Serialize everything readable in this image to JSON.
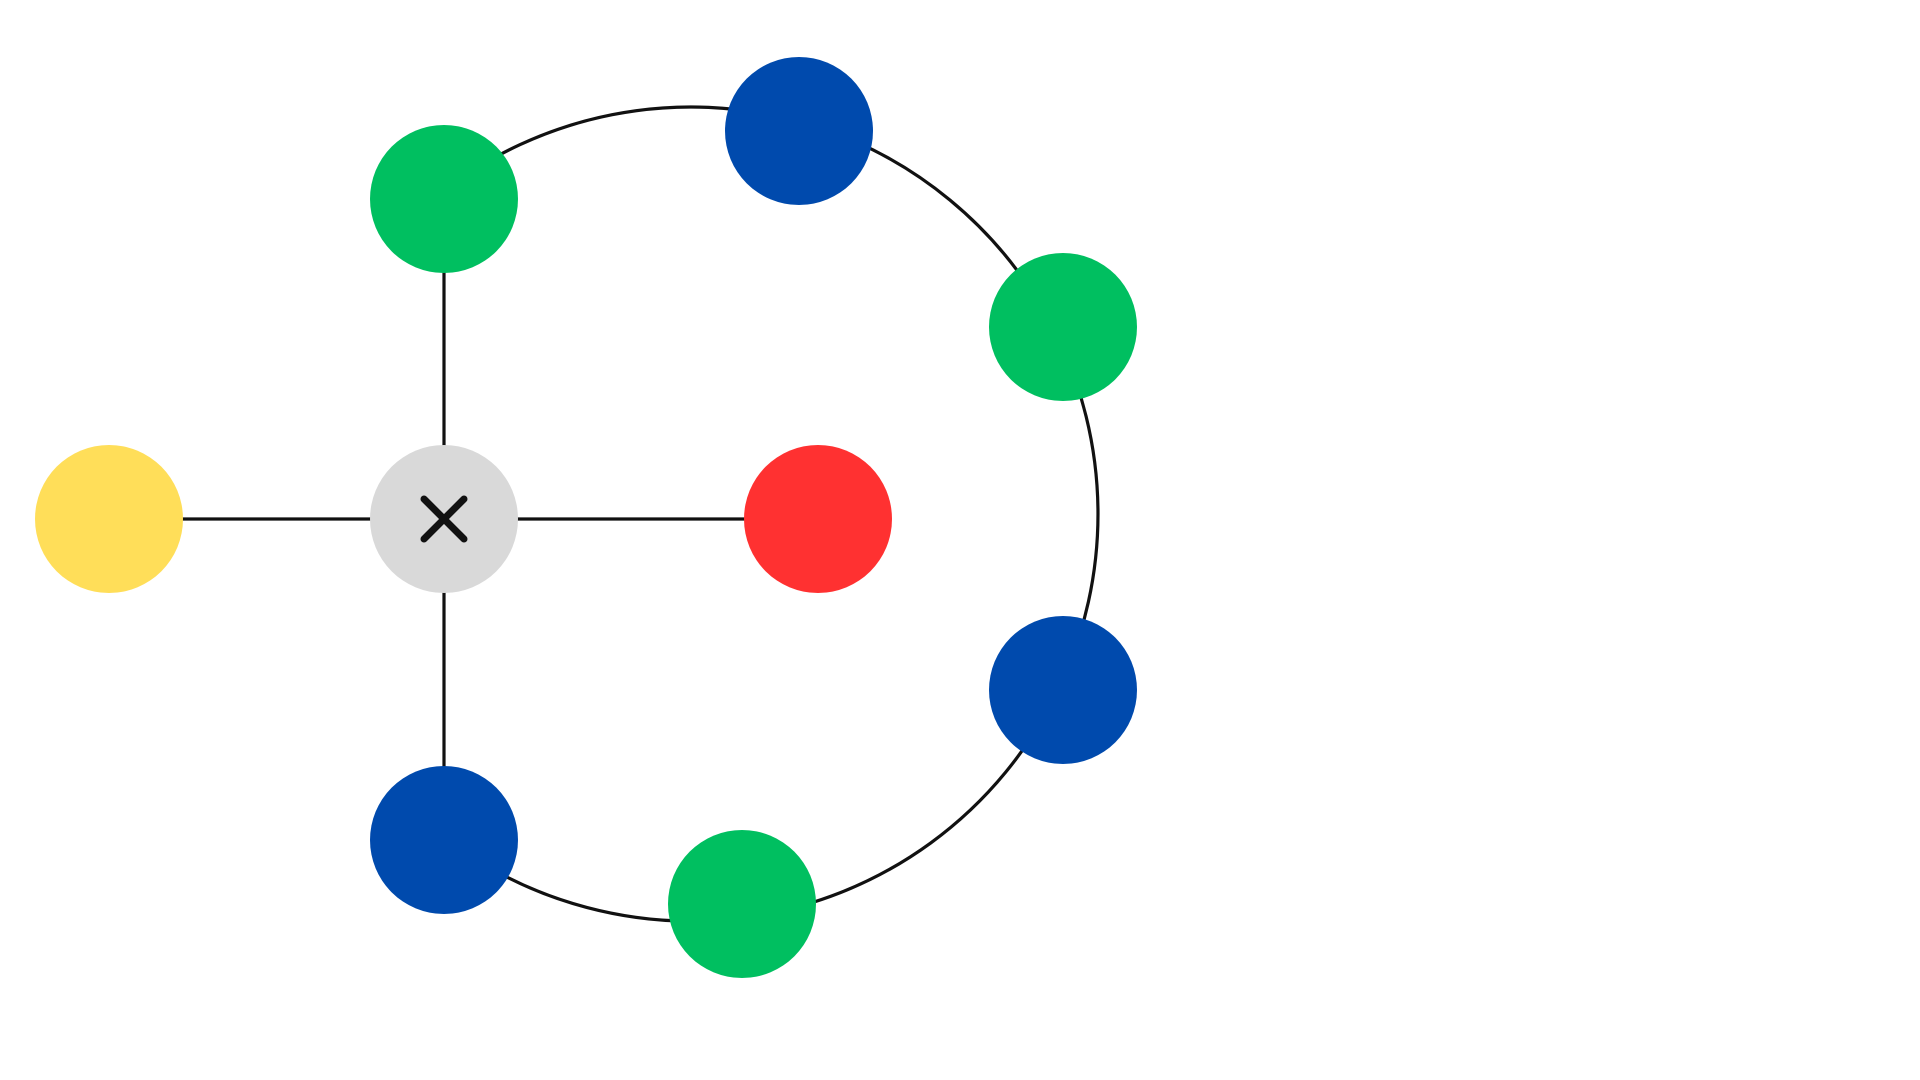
{
  "diagram": {
    "colors": {
      "background": "#ffffff",
      "edge": "#111111",
      "green": "#00bf60",
      "blue": "#004aad",
      "red": "#ff3131",
      "yellow": "#ffde59",
      "gray": "#d9d9d9",
      "icon": "#111111"
    },
    "nodes": [
      {
        "id": "center-node",
        "color": "gray",
        "icon": "close-icon"
      },
      {
        "id": "left-node",
        "color": "yellow"
      },
      {
        "id": "top-left-node",
        "color": "green"
      },
      {
        "id": "top-node",
        "color": "blue"
      },
      {
        "id": "upper-right-node",
        "color": "green"
      },
      {
        "id": "lower-right-node",
        "color": "blue"
      },
      {
        "id": "bottom-node",
        "color": "green"
      },
      {
        "id": "bottom-left-node",
        "color": "blue"
      },
      {
        "id": "inner-right-node",
        "color": "red"
      }
    ],
    "edges": [
      {
        "from": "center-node",
        "to": "left-node",
        "style": "straight"
      },
      {
        "from": "center-node",
        "to": "top-left-node",
        "style": "straight"
      },
      {
        "from": "center-node",
        "to": "bottom-left-node",
        "style": "straight"
      },
      {
        "from": "center-node",
        "to": "inner-right-node",
        "style": "straight"
      },
      {
        "from": "top-left-node",
        "to": "top-node",
        "style": "arc"
      },
      {
        "from": "top-node",
        "to": "upper-right-node",
        "style": "arc"
      },
      {
        "from": "upper-right-node",
        "to": "lower-right-node",
        "style": "arc"
      },
      {
        "from": "lower-right-node",
        "to": "bottom-node",
        "style": "arc"
      },
      {
        "from": "bottom-node",
        "to": "bottom-left-node",
        "style": "arc"
      }
    ]
  }
}
